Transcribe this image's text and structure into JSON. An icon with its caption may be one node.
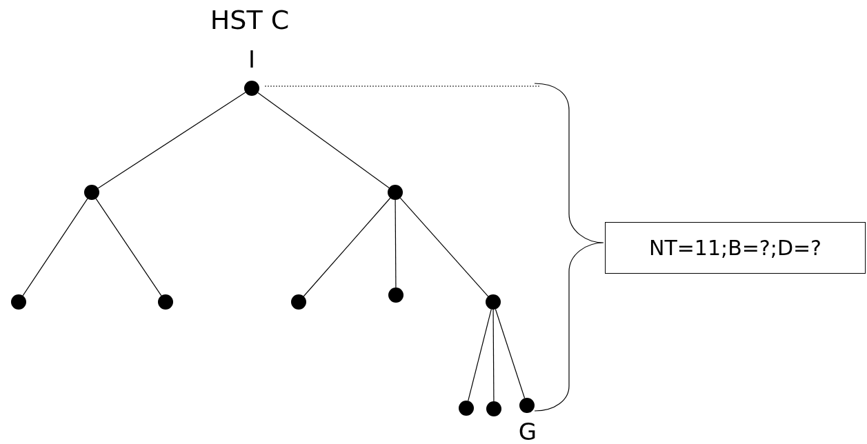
{
  "diagram": {
    "title": "HST C",
    "nodes": [
      {
        "text": [],
        "shape": "circle",
        "beside": [
          "I"
        ]
      },
      {
        "text": [],
        "shape": "circle"
      },
      {
        "text": [],
        "shape": "circle"
      },
      {
        "text": [],
        "shape": "circle"
      },
      {
        "text": [],
        "shape": "circle"
      },
      {
        "text": [],
        "shape": "circle"
      },
      {
        "text": [],
        "shape": "circle"
      },
      {
        "text": [],
        "shape": "circle"
      },
      {
        "text": [],
        "shape": "circle"
      },
      {
        "text": [],
        "shape": "circle"
      },
      {
        "text": [],
        "shape": "circle",
        "beside": [
          "G"
        ]
      },
      {
        "text": [
          "NT=11;B=?;D=?"
        ]
      }
    ],
    "edges": [
      {
        "from": 0,
        "to": 1,
        "arrow": "none"
      },
      {
        "from": 0,
        "to": 2,
        "arrow": "none"
      },
      {
        "from": 1,
        "to": 3,
        "arrow": "none"
      },
      {
        "from": 1,
        "to": 4,
        "arrow": "none"
      },
      {
        "from": 2,
        "to": 5,
        "arrow": "none"
      },
      {
        "from": 2,
        "to": 6,
        "arrow": "none"
      },
      {
        "from": 2,
        "to": 7,
        "arrow": "none"
      },
      {
        "from": 7,
        "to": 8,
        "arrow": "none"
      },
      {
        "from": 7,
        "to": 9,
        "arrow": "none"
      },
      {
        "from": 7,
        "to": 10,
        "arrow": "none"
      }
    ]
  }
}
